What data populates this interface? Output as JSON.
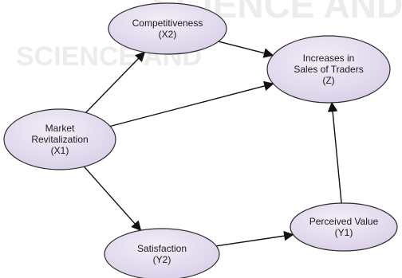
{
  "watermark": {
    "top": "SCIENCE AND TECHNOLOGY",
    "middle": "SCIENCE AND"
  },
  "nodes": [
    {
      "id": "x2",
      "lines": [
        "Competitiveness",
        "(X2)"
      ]
    },
    {
      "id": "z",
      "lines": [
        "Increases in",
        "Sales of Traders",
        "(Z)"
      ]
    },
    {
      "id": "x1",
      "lines": [
        "Market",
        "Revitalization",
        "(X1)"
      ]
    },
    {
      "id": "y1",
      "lines": [
        "Perceived Value",
        "(Y1)"
      ]
    },
    {
      "id": "y2",
      "lines": [
        "Satisfaction",
        "(Y2)"
      ]
    }
  ],
  "edges": [
    {
      "from": "x1",
      "to": "x2"
    },
    {
      "from": "x2",
      "to": "z"
    },
    {
      "from": "x1",
      "to": "z"
    },
    {
      "from": "x1",
      "to": "y2"
    },
    {
      "from": "y2",
      "to": "y1"
    },
    {
      "from": "y1",
      "to": "z"
    }
  ],
  "colors": {
    "node_fill_top": "#f3eef8",
    "node_fill_bottom": "#d9cfe8",
    "node_stroke": "#2b2b2b",
    "edge": "#111111"
  }
}
